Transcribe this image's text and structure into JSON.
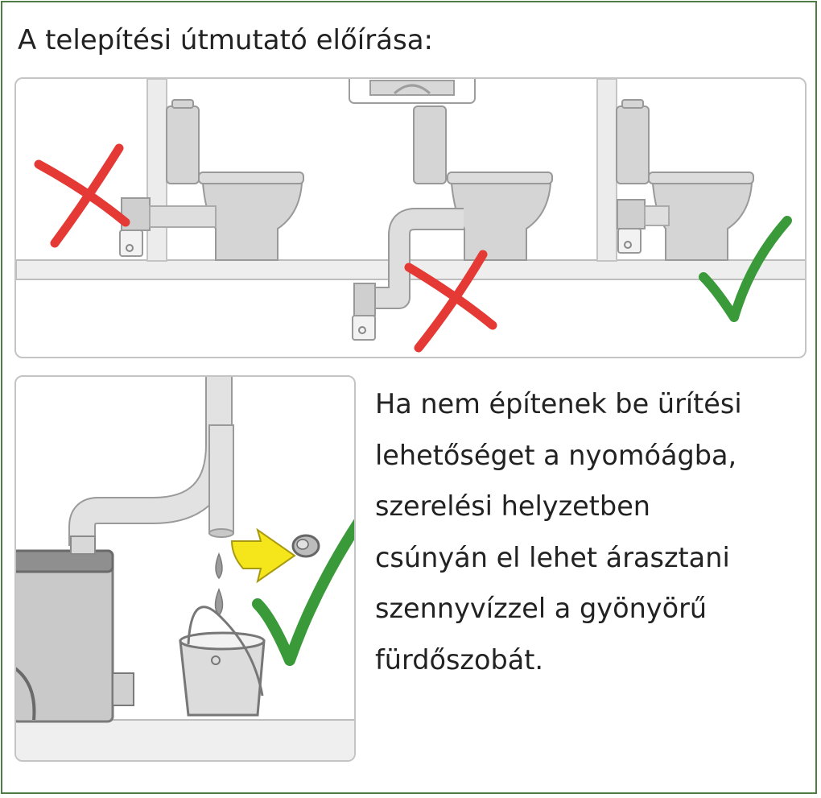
{
  "heading": "A telepítési útmutató előírása:",
  "note_lines": [
    "Ha nem építenek be ürítési",
    "lehetőséget a nyomóágba,",
    "szerelési helyzetben",
    "csúnyán el lehet árasztani",
    "szennyvízzel a gyönyörű",
    "fürdőszobát."
  ],
  "colors": {
    "frame": "#4e7d44",
    "wrong_mark": "#e53935",
    "correct_mark": "#3a9a3a",
    "arrow": "#f5e61c",
    "pipe": "#d6d6d6",
    "fixture": "#cfcfcf"
  },
  "marks": {
    "top_left": "cross-icon",
    "top_middle": "cross-icon",
    "top_right": "check-icon",
    "bottom": "check-icon"
  }
}
